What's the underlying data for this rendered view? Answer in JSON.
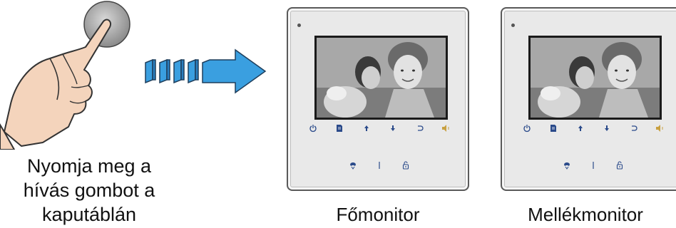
{
  "left_caption": {
    "line1": "Nyomja meg a",
    "line2": "hívás gombot a",
    "line3": "kaputáblán"
  },
  "monitors": {
    "main_label": "Főmonitor",
    "sub_label": "Mellékmonitor"
  },
  "icons": {
    "power": "power-icon",
    "memo": "document-icon",
    "up": "arrow-up-icon",
    "down": "arrow-down-icon",
    "back": "return-icon",
    "volume": "speaker-icon",
    "talk": "intercom-icon",
    "divider": "divider-icon",
    "unlock": "lock-icon"
  },
  "colors": {
    "arrow": "#3a9fe0",
    "button_blue": "#2a4a8a",
    "button_amber": "#c8a040",
    "monitor_frame": "#5a5a5a"
  }
}
